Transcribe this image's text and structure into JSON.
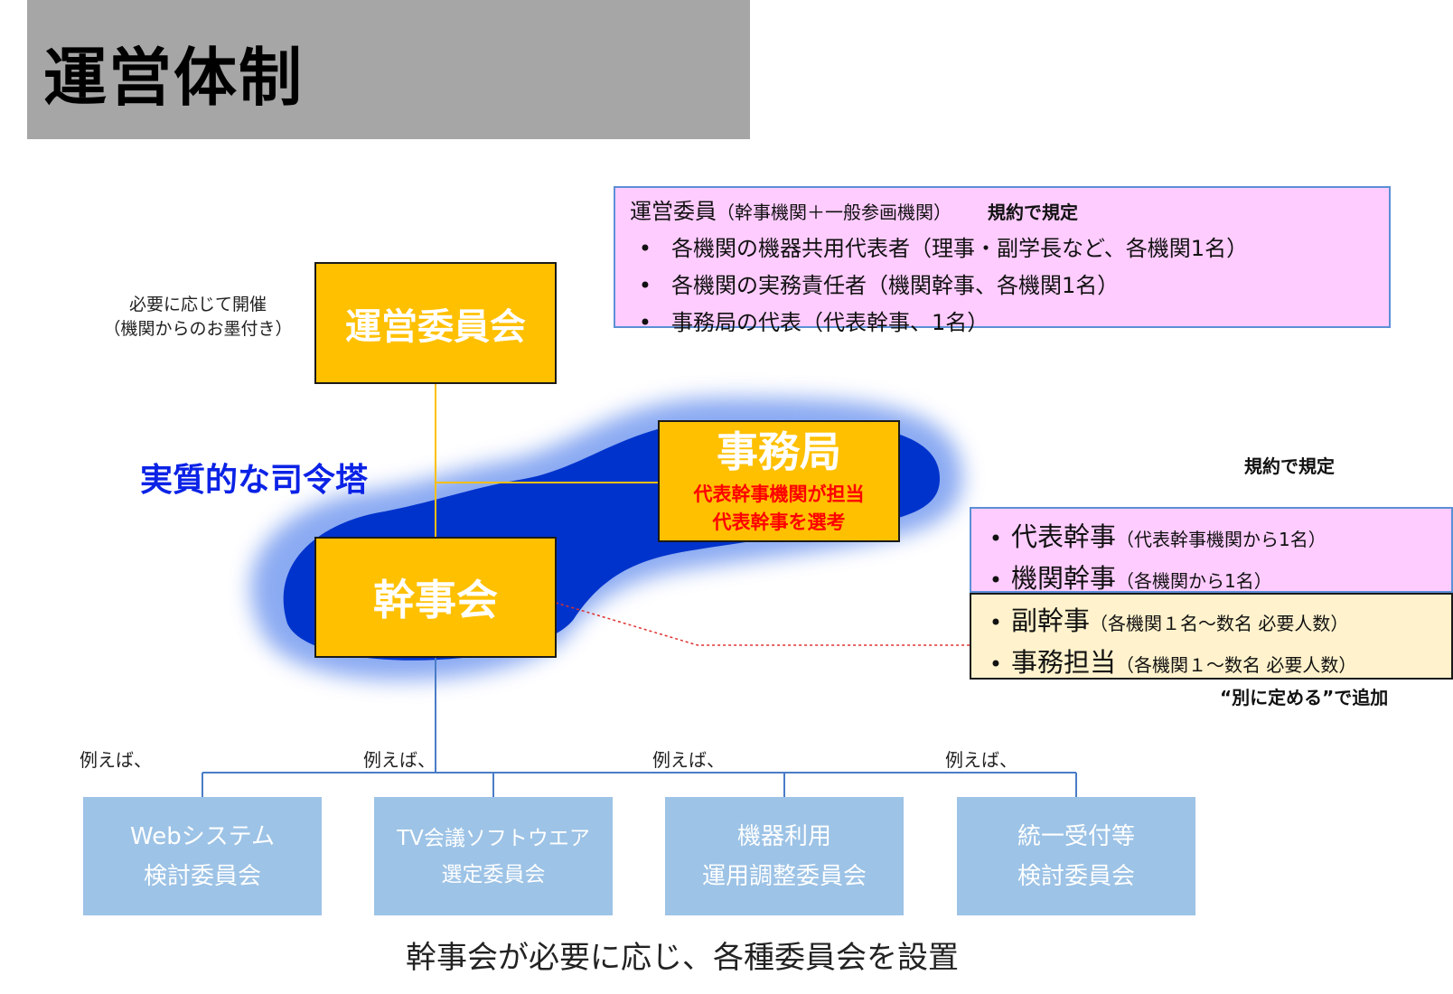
{
  "title": "運営体制",
  "steering": {
    "label": "運営委員会",
    "note_line1": "必要に応じて開催",
    "note_line2": "（機関からのお墨付き）"
  },
  "secretariat": {
    "label": "事務局",
    "line1": "代表幹事機関が担当",
    "line2": "代表幹事を選考"
  },
  "board": {
    "label": "幹事会"
  },
  "commander_text": "実質的な司令塔",
  "members_box": {
    "heading": "運営委員",
    "heading_note": "（幹事機関＋一般参画機関）",
    "rule_label": "規約で規定",
    "items": [
      "各機関の機器共用代表者（理事・副学長など、各機関1名）",
      "各機関の実務責任者（機関幹事、各機関1名）",
      "事務局の代表（代表幹事、1名）"
    ]
  },
  "officers_rule_label": "規約で規定",
  "officers_box": {
    "items": [
      {
        "main": "代表幹事",
        "note": "（代表幹事機関から1名）"
      },
      {
        "main": "機関幹事",
        "note": "（各機関から1名）"
      }
    ]
  },
  "extra_box": {
    "items": [
      {
        "main": "副幹事",
        "note": "（各機関１名～数名 必要人数）"
      },
      {
        "main": "事務担当",
        "note": "（各機関１～数名 必要人数）"
      }
    ],
    "caption": "“別に定める”で追加"
  },
  "example_label": "例えば、",
  "committees": [
    {
      "line1": "Webシステム",
      "line2": "検討委員会"
    },
    {
      "line1": "TV会議ソフトウエア",
      "line2": "選定委員会"
    },
    {
      "line1": "機器利用",
      "line2": "運用調整委員会"
    },
    {
      "line1": "統一受付等",
      "line2": "検討委員会"
    }
  ],
  "footer": "幹事会が必要に応じ、各種委員会を設置",
  "colors": {
    "title_bar": "#a6a6a6",
    "org_box": "#ffc000",
    "highlight_blue": "#0033cc",
    "commander_text": "#0b22e6",
    "pink_box": "#ffccff",
    "cream_box": "#fff2cc",
    "committee_box": "#9dc3e6",
    "red_text": "#ff0000"
  }
}
